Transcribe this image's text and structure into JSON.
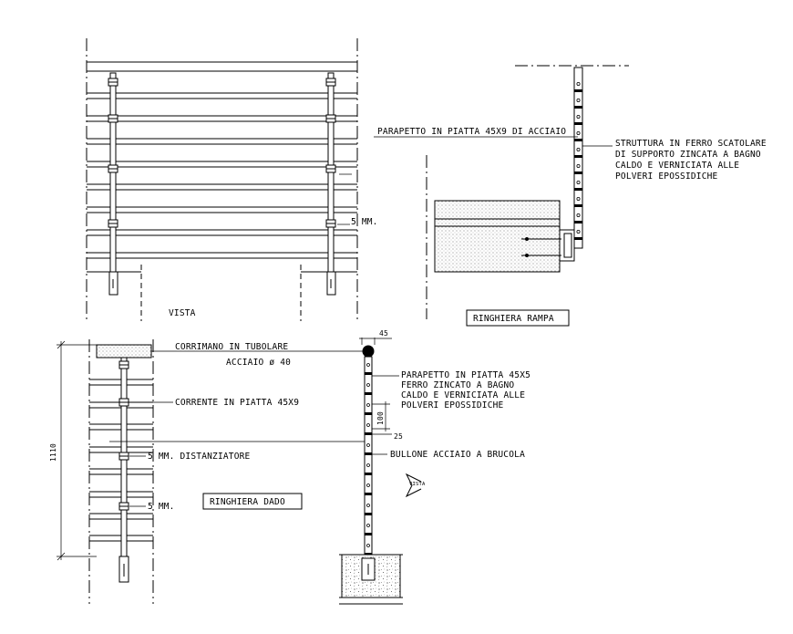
{
  "drawing": {
    "elevation": {
      "vista_label": "VISTA",
      "spacer_label": "5 MM."
    },
    "ramp_section": {
      "parapet_label": "PARAPETTO IN PIATTA 45X9 DI ACCIAIO",
      "structure_label": [
        "STRUTTURA IN FERRO SCATOLARE",
        "DI SUPPORTO ZINCATA A BAGNO",
        "CALDO E VERNICIATA ALLE",
        "POLVERI EPOSSIDICHE"
      ],
      "title": "RINGHIERA RAMPA"
    },
    "dado_elevation": {
      "handrail_label_1": "CORRIMANO IN TUBOLARE",
      "handrail_label_2": "ACCIAIO ø 40",
      "rail_label": "CORRENTE IN PIATTA 45X9",
      "spacer_label_1": "5 MM. DISTANZIATORE",
      "spacer_label_2": "5 MM.",
      "title": "RINGHIERA  DADO",
      "height_dim": "1110"
    },
    "dado_section": {
      "top_dim": "45",
      "parapet_label": [
        "PARAPETTO IN PIATTA 45X5",
        "FERRO ZINCATO A BAGNO",
        "CALDO E VERNICIATA ALLE",
        "POLVERI EPOSSIDICHE"
      ],
      "spacing_dim": "100",
      "gap_dim": "25",
      "bolt_label": "BULLONE ACCIAIO A BRUCOLA",
      "view_marker": "VISTA"
    }
  }
}
